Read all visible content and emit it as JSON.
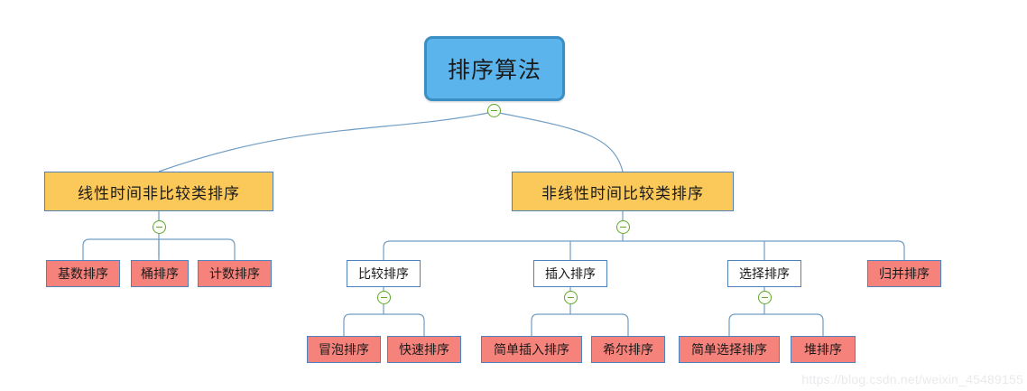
{
  "diagram": {
    "title": "排序算法",
    "watermark": "https://blog.csdn.net/weixin_45489155",
    "colors": {
      "root_fill": "#5bb4ec",
      "root_border": "#3c8fc4",
      "category_fill": "#fbc85a",
      "leaf_fill": "#f5837c",
      "mid_fill": "#ffffff",
      "node_border": "#4f81bd",
      "connector": "#6f9dc4",
      "toggle_border": "#5fa82b",
      "watermark_color": "#e9eaec"
    },
    "toggle_icon": "collapse-minus-icon"
  },
  "nodes": {
    "root": {
      "label": "排序算法"
    },
    "level2": [
      {
        "label": "线性时间非比较类排序"
      },
      {
        "label": "非线性时间比较类排序"
      }
    ],
    "linear_children": [
      {
        "label": "基数排序"
      },
      {
        "label": "桶排序"
      },
      {
        "label": "计数排序"
      }
    ],
    "nonlinear_children": [
      {
        "label": "比较排序"
      },
      {
        "label": "插入排序"
      },
      {
        "label": "选择排序"
      },
      {
        "label": "归并排序"
      }
    ],
    "compare_children": [
      {
        "label": "冒泡排序"
      },
      {
        "label": "快速排序"
      }
    ],
    "insert_children": [
      {
        "label": "简单插入排序"
      },
      {
        "label": "希尔排序"
      }
    ],
    "select_children": [
      {
        "label": "简单选择排序"
      },
      {
        "label": "堆排序"
      }
    ]
  }
}
